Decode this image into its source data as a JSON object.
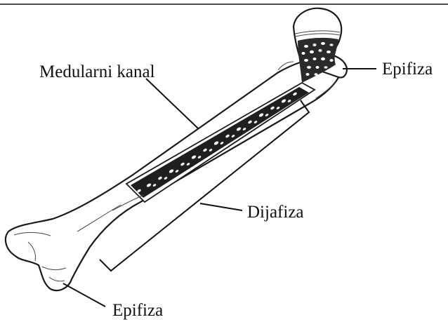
{
  "labels": {
    "medullary_canal": "Medularni kanal",
    "proximal_epiphysis": "Epifiza",
    "diaphysis": "Dijafiza",
    "distal_epiphysis": "Epifiza"
  },
  "colors": {
    "ink": "#111111",
    "background": "#ffffff",
    "marrow": "#1a1a1a"
  }
}
